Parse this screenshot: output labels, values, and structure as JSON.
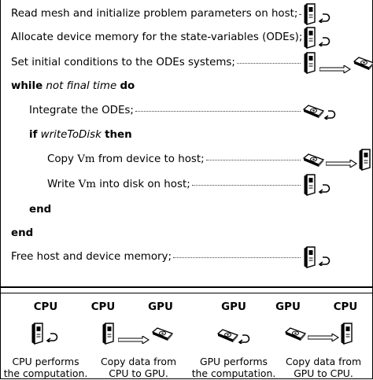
{
  "algorithm": {
    "lines": [
      {
        "id": "l1",
        "parts": [
          {
            "t": "Read mesh and initialize problem parameters on host;",
            "s": "n"
          }
        ],
        "icons": [
          "cpu-compute"
        ]
      },
      {
        "id": "l2",
        "parts": [
          {
            "t": "Allocate device memory for the state-variables (ODEs);",
            "s": "n"
          }
        ],
        "icons": [
          "cpu-compute"
        ]
      },
      {
        "id": "l3",
        "parts": [
          {
            "t": "Set initial conditions to the ODEs systems;",
            "s": "n"
          }
        ],
        "icons": [
          "cpu-to-gpu"
        ]
      },
      {
        "id": "l4",
        "parts": [
          {
            "t": "while",
            "s": "b"
          },
          {
            "t": " not final time ",
            "s": "i"
          },
          {
            "t": "do",
            "s": "b"
          }
        ],
        "icons": []
      },
      {
        "id": "l5",
        "parts": [
          {
            "t": "Integrate the ODEs;",
            "s": "n"
          }
        ],
        "icons": [
          "gpu-compute"
        ]
      },
      {
        "id": "l6",
        "parts": [
          {
            "t": "if",
            "s": "b"
          },
          {
            "t": " writeToDisk ",
            "s": "i"
          },
          {
            "t": "then",
            "s": "b"
          }
        ],
        "icons": []
      },
      {
        "id": "l7",
        "parts": [
          {
            "t": "Copy ",
            "s": "n"
          },
          {
            "t": "Vm",
            "s": "m"
          },
          {
            "t": " from device to host;",
            "s": "n"
          }
        ],
        "icons": [
          "gpu-to-cpu"
        ]
      },
      {
        "id": "l8",
        "parts": [
          {
            "t": "Write ",
            "s": "n"
          },
          {
            "t": "Vm",
            "s": "m"
          },
          {
            "t": " into disk on host;",
            "s": "n"
          }
        ],
        "icons": [
          "cpu-compute"
        ]
      },
      {
        "id": "l9",
        "parts": [
          {
            "t": "end",
            "s": "b"
          }
        ],
        "icons": []
      },
      {
        "id": "l10",
        "parts": [
          {
            "t": "end",
            "s": "b"
          }
        ],
        "icons": []
      },
      {
        "id": "l11",
        "parts": [
          {
            "t": "Free host and device memory;",
            "s": "n"
          }
        ],
        "icons": [
          "cpu-compute"
        ]
      }
    ]
  },
  "legend": {
    "items": [
      {
        "heads": [
          "CPU"
        ],
        "caption": [
          "CPU performs",
          "the computation."
        ],
        "icon": "cpu-compute"
      },
      {
        "heads": [
          "CPU",
          "GPU"
        ],
        "caption": [
          "Copy data from",
          "CPU to GPU."
        ],
        "icon": "cpu-to-gpu"
      },
      {
        "heads": [
          "GPU"
        ],
        "caption": [
          "GPU performs",
          "the computation."
        ],
        "icon": "gpu-compute"
      },
      {
        "heads": [
          "GPU",
          "CPU"
        ],
        "caption": [
          "Copy data from",
          "GPU to CPU."
        ],
        "icon": "gpu-to-cpu"
      }
    ]
  },
  "icon_names": {
    "cpu": "cpu-tower-icon",
    "gpu": "gpu-card-icon",
    "loop": "return-arrow-icon",
    "arrow": "transfer-arrow-icon"
  }
}
